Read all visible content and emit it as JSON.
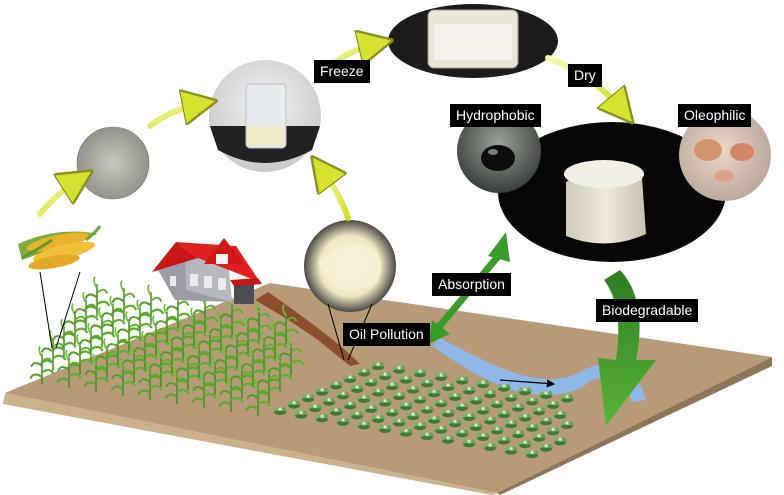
{
  "labels": {
    "freeze": "Freeze",
    "dry": "Dry",
    "hydrophobic": "Hydrophobic",
    "oleophilic": "Oleophilic",
    "absorption": "Absorption",
    "biodegradable": "Biodegradable",
    "oil_pollution": "Oil Pollution"
  },
  "colors": {
    "ground_top": "#b79b78",
    "ground_front": "#c9aa84",
    "ground_side": "#8f7558",
    "oil": "#8b4a2a",
    "water": "#8fb8e8",
    "arrow_yellow": "#dce83a",
    "arrow_green": "#3a9a2a",
    "house_roof": "#d51818",
    "house_wall": "#9a9aa4",
    "sponge": "#e8e3d6"
  },
  "icons": {
    "corn": "corn-cob-icon",
    "fiber": "fiber-tuft-icon",
    "house": "house-icon",
    "water_droplet": "water-droplet-icon"
  }
}
